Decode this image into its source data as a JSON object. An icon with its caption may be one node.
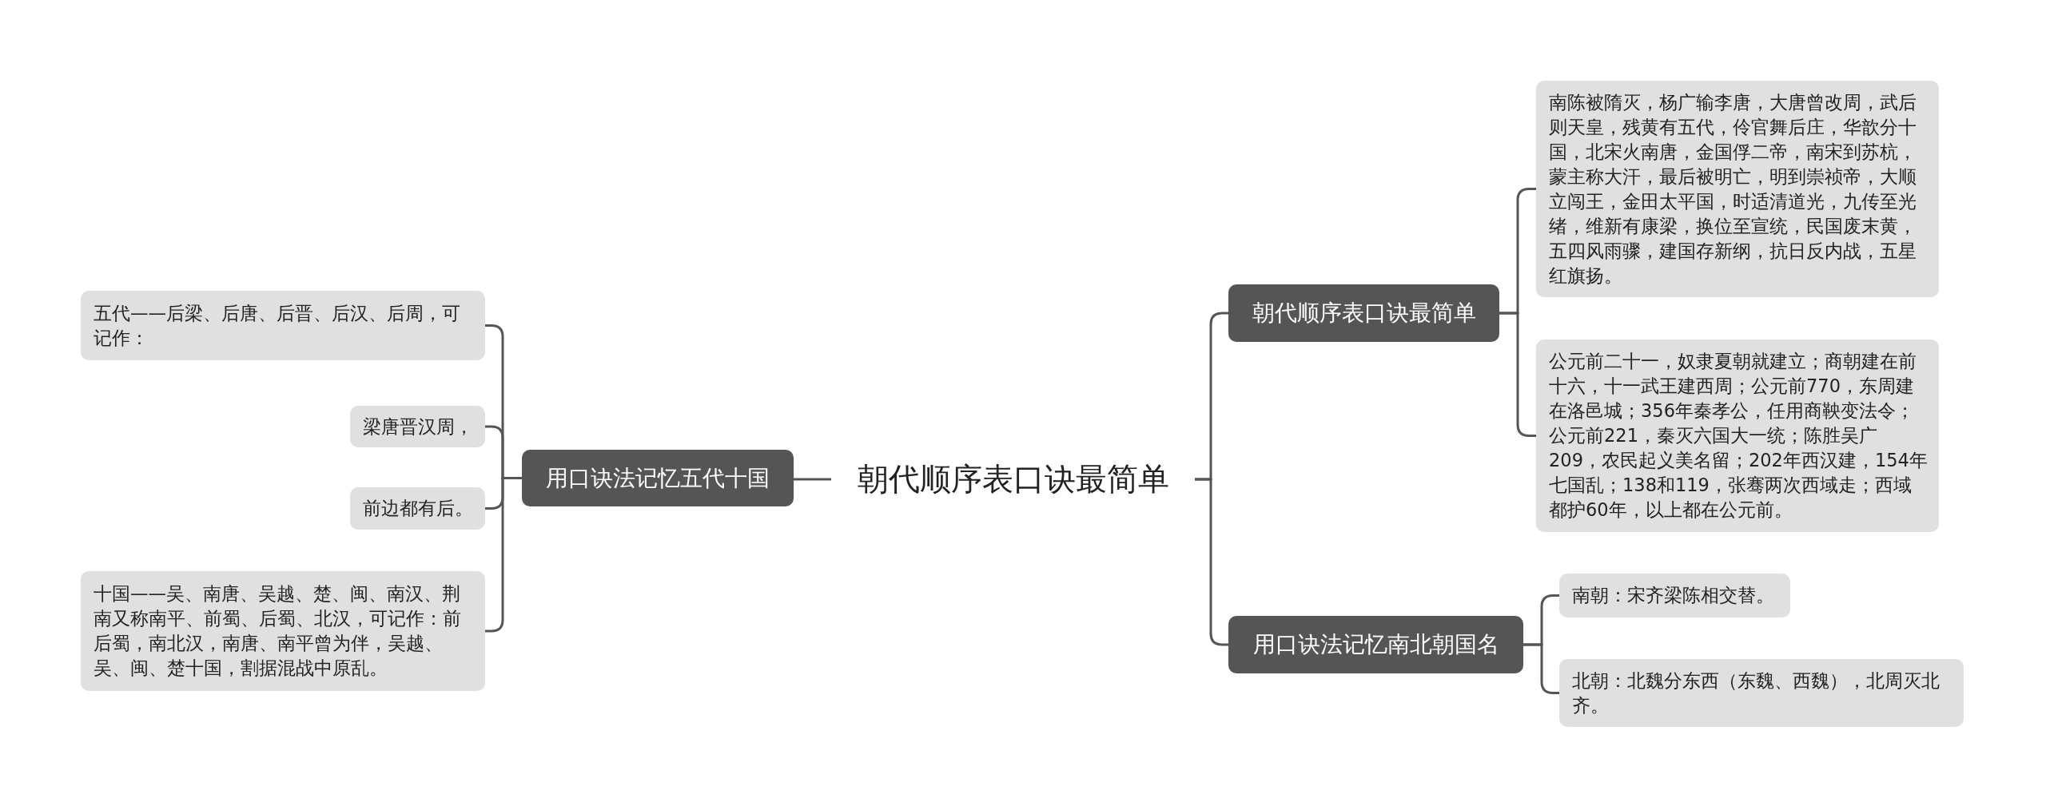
{
  "diagram": {
    "nodes": [
      {
        "text": [
          "朝代顺序表口诀最简单"
        ]
      },
      {
        "text": [
          "用口诀法记忆五代十国"
        ]
      },
      {
        "text": [
          "五代——后梁、后唐、后晋、后汉、后周，可记作："
        ]
      },
      {
        "text": [
          "梁唐晋汉周，"
        ]
      },
      {
        "text": [
          "前边都有后。"
        ]
      },
      {
        "text": [
          "十国——吴、南唐、吴越、楚、闽、南汉、荆南又称南平、前蜀、后蜀、北汉，可记作：前后蜀，南北汉，南唐、南平曾为伴，吴越、吴、闽、楚十国，割据混战中原乱。"
        ]
      },
      {
        "text": [
          "朝代顺序表口诀最简单"
        ]
      },
      {
        "text": [
          "南陈被隋灭，杨广输李唐，大唐曾改周，武后则天皇，残黄有五代，伶官舞后庄，华歆分十国，北宋火南唐，金国俘二帝，南宋到苏杭，蒙主称大汗，最后被明亡，明到崇祯帝，大顺立闯王，金田太平国，时适清道光，九传至光绪，维新有康梁，换位至宣统，民国废末黄，五四风雨骤，建国存新纲，抗日反内战，五星红旗扬。"
        ]
      },
      {
        "text": [
          "公元前二十一，奴隶夏朝就建立；商朝建在前十六，十一武王建西周；公元前770，东周建在洛邑城；356年秦孝公，任用商鞅变法令；公元前221，秦灭六国大一统；陈胜吴广209，农民起义美名留；202年西汉建，154年七国乱；138和119，张骞两次西域走；西域都护60年，以上都在公元前。"
        ]
      },
      {
        "text": [
          "用口诀法记忆南北朝国名"
        ]
      },
      {
        "text": [
          "南朝：宋齐梁陈相交替。"
        ]
      },
      {
        "text": [
          "北朝：北魏分东西（东魏、西魏），北周灭北齐。"
        ]
      }
    ],
    "edges": [
      {
        "from": 0,
        "to": 1,
        "arrow": "none"
      },
      {
        "from": 1,
        "to": 2,
        "arrow": "none"
      },
      {
        "from": 1,
        "to": 3,
        "arrow": "none"
      },
      {
        "from": 1,
        "to": 4,
        "arrow": "none"
      },
      {
        "from": 1,
        "to": 5,
        "arrow": "none"
      },
      {
        "from": 0,
        "to": 6,
        "arrow": "none"
      },
      {
        "from": 6,
        "to": 7,
        "arrow": "none"
      },
      {
        "from": 6,
        "to": 8,
        "arrow": "none"
      },
      {
        "from": 0,
        "to": 9,
        "arrow": "none"
      },
      {
        "from": 9,
        "to": 10,
        "arrow": "none"
      },
      {
        "from": 9,
        "to": 11,
        "arrow": "none"
      }
    ]
  }
}
